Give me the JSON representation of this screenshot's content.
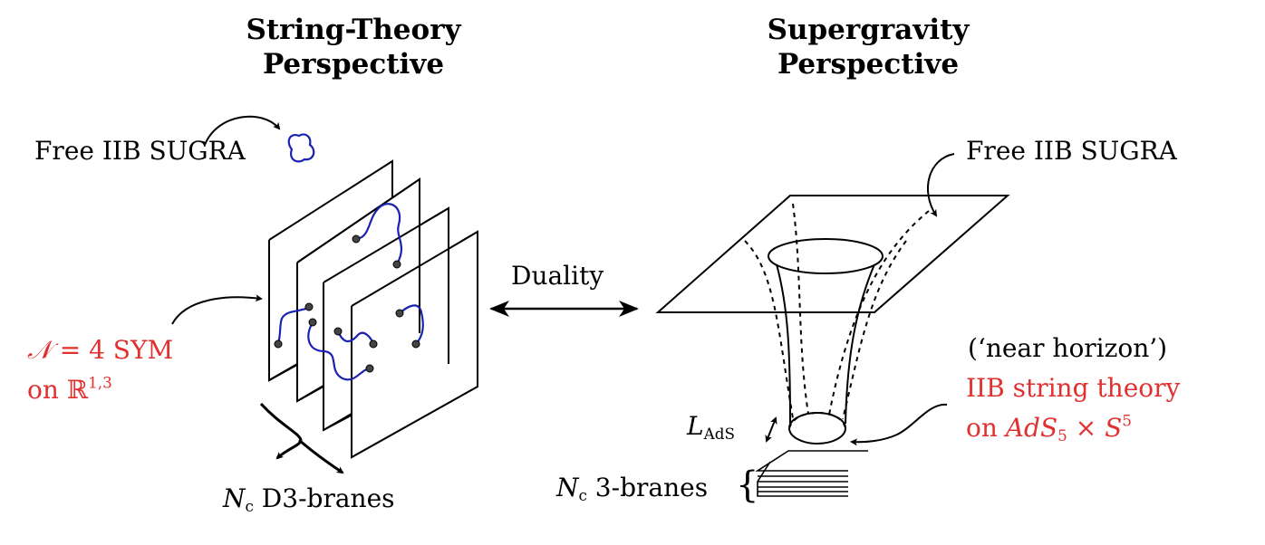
{
  "headings": {
    "left": {
      "line1": "String-Theory",
      "line2": "Perspective"
    },
    "right": {
      "line1": "Supergravity",
      "line2": "Perspective"
    }
  },
  "left_panel": {
    "free_label": "Free IIB SUGRA",
    "sym_label": {
      "symbol": "𝒩",
      "rest": " = 4 SYM",
      "on": "on ℝ",
      "sup": "1,3"
    },
    "branes_label": {
      "symbol": "N",
      "sub": "c",
      "rest": " D3-branes"
    }
  },
  "center": {
    "duality_label": "Duality"
  },
  "right_panel": {
    "free_label": "Free IIB SUGRA",
    "near_horizon_label": "(‘near horizon’)",
    "string_theory_label": "IIB string theory",
    "ads_label": {
      "on": "on ",
      "ads": "AdS",
      "ads_sub": "5",
      "times": " × ",
      "s": "S",
      "s_sup": "5"
    },
    "lads_label": {
      "symbol": "L",
      "sub": "AdS"
    },
    "branes_label": {
      "symbol": "N",
      "sub": "c",
      "rest": " 3-branes",
      "brace": "{"
    }
  },
  "colors": {
    "text": "#000000",
    "accent_red": "#e03030",
    "string_blue": "#1a22b0",
    "endpoint_gray": "#444444"
  },
  "icons": [
    "string-loop-icon",
    "curved-arrow-icon",
    "double-arrow-icon",
    "brane-stack-icon",
    "throat-funnel-icon"
  ]
}
